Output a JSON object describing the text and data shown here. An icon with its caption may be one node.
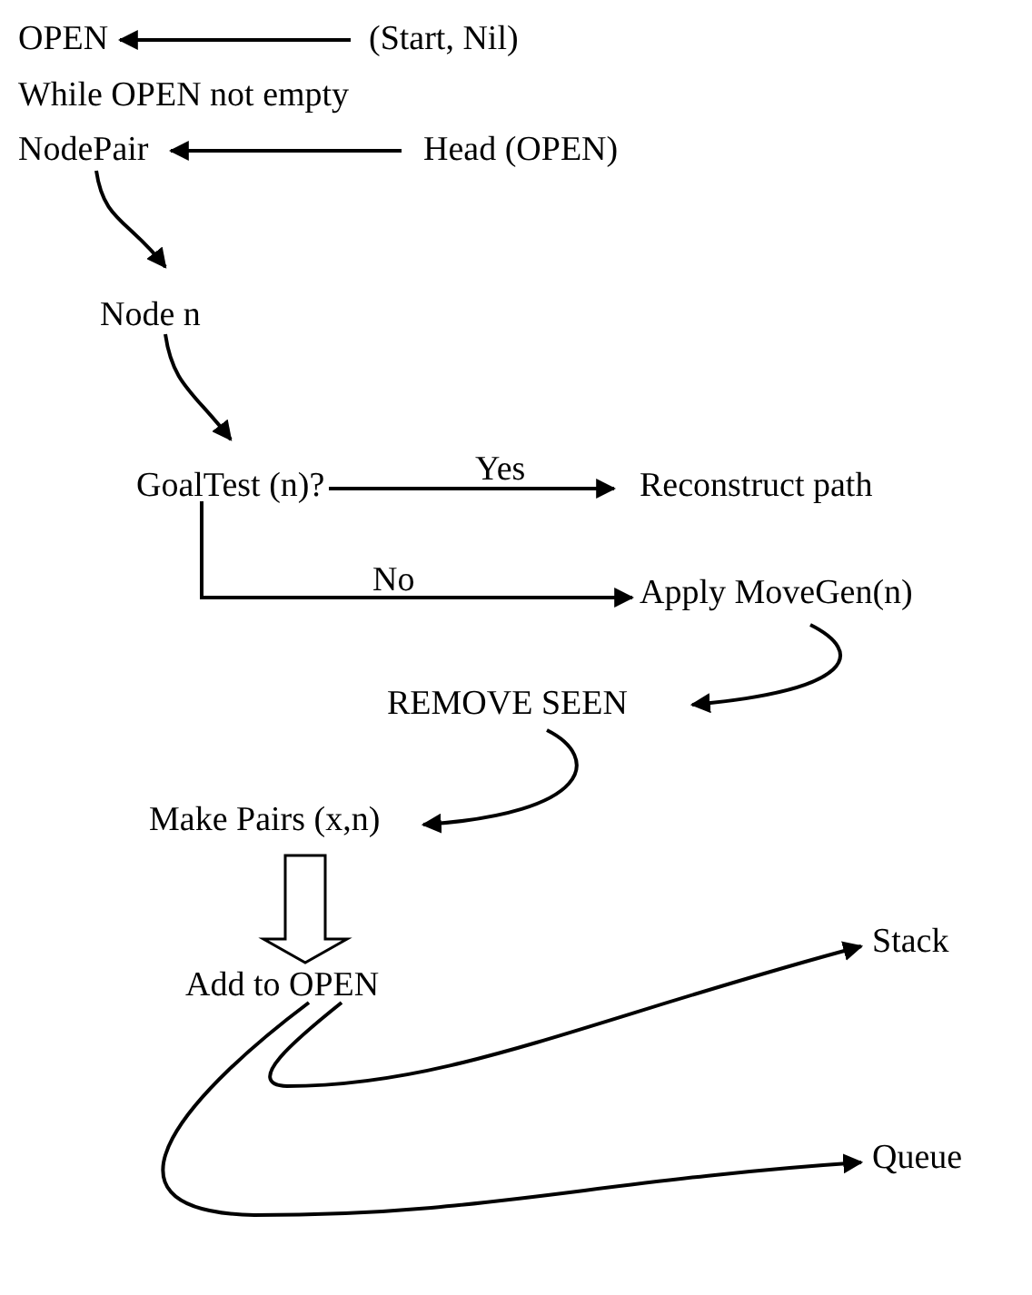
{
  "diagram": {
    "nodes": [
      {
        "text": [
          "OPEN"
        ]
      },
      {
        "text": [
          "(Start, Nil)"
        ]
      },
      {
        "text": [
          "NodePair"
        ]
      },
      {
        "text": [
          "Head (OPEN)"
        ]
      },
      {
        "text": [
          "Node n"
        ]
      },
      {
        "text": [
          "GoalTest (n)?"
        ]
      },
      {
        "text": [
          "Reconstruct path"
        ]
      },
      {
        "text": [
          "Apply MoveGen(n)"
        ]
      },
      {
        "text": [
          "REMOVE SEEN"
        ]
      },
      {
        "text": [
          "Make Pairs (x,n)"
        ]
      },
      {
        "text": [
          "Add to OPEN"
        ]
      },
      {
        "text": [
          "Stack"
        ]
      },
      {
        "text": [
          "Queue"
        ]
      }
    ],
    "edges": [
      {
        "from": 1,
        "to": 0,
        "arrow": "to"
      },
      {
        "from": 3,
        "to": 2,
        "arrow": "to"
      },
      {
        "from": 2,
        "to": 4,
        "arrow": "to"
      },
      {
        "from": 4,
        "to": 5,
        "arrow": "to"
      },
      {
        "from": 5,
        "to": 6,
        "arrow": "to",
        "label": "Yes"
      },
      {
        "from": 5,
        "to": 7,
        "arrow": "to",
        "label": "No"
      },
      {
        "from": 7,
        "to": 8,
        "arrow": "to"
      },
      {
        "from": 8,
        "to": 9,
        "arrow": "to"
      },
      {
        "from": 9,
        "to": 10,
        "arrow": "to",
        "style": "thick"
      },
      {
        "from": 10,
        "to": 11,
        "arrow": "to"
      },
      {
        "from": 10,
        "to": 12,
        "arrow": "to"
      }
    ],
    "labels": [
      "While OPEN not empty"
    ]
  }
}
